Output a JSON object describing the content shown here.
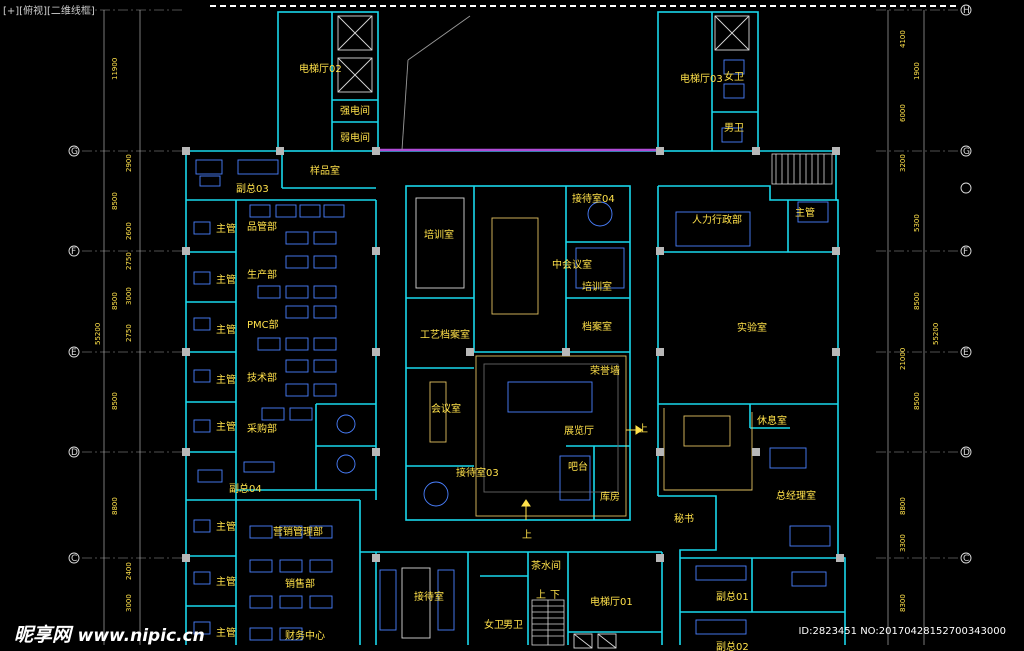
{
  "viewport_label": "[+][俯视][二维线框]",
  "watermark": {
    "site": "昵享网",
    "url": "www.nipic.cn",
    "id_text": "ID:2823451 NO:20170428152700343000"
  },
  "grid_rows": [
    "H",
    "G",
    "F",
    "E",
    "D",
    "C"
  ],
  "dims": {
    "left": [
      "11900",
      "2900",
      "8500",
      "2600",
      "2750",
      "3000",
      "8500",
      "2750",
      "8500",
      "8800",
      "2400",
      "3000"
    ],
    "left_total": "55200",
    "right": [
      "4100",
      "1900",
      "6000",
      "3200",
      "5300",
      "8500",
      "21000",
      "8500",
      "8800",
      "3300",
      "8300"
    ],
    "right_total": "55200"
  },
  "rooms": {
    "elevator_hall_02": "电梯厅02",
    "strong_elec": "强电间",
    "weak_elec": "弱电间",
    "elevator_hall_03": "电梯厅03",
    "female_wc": "女卫",
    "male_wc": "男卫",
    "deputy_03": "副总03",
    "sample_room": "样品室",
    "supervisor": "主管",
    "quality_dept": "品管部",
    "production_dept": "生产部",
    "pmc_dept": "PMC部",
    "tech_dept": "技术部",
    "purchase_dept": "采购部",
    "deputy_04": "副总04",
    "sales_mgmt": "营销管理部",
    "sales_dept": "销售部",
    "finance": "财务中心",
    "training_room": "培训室",
    "mid_meeting": "中会议室",
    "reception_04": "接待室04",
    "training_room_2": "培训室",
    "archive_2": "档案室",
    "craft_archive": "工艺档案室",
    "meeting_room": "会议室",
    "reception_03": "接待室03",
    "honor_wall": "荣誉墙",
    "exhibition": "展览厅",
    "bar": "吧台",
    "storage": "库房",
    "up_1": "上",
    "up_2": "上",
    "hr_dept": "人力行政部",
    "lab": "实验室",
    "lounge": "休息室",
    "gm_office": "总经理室",
    "secretary": "秘书",
    "tea_room": "茶水间",
    "reception_bottom": "接待室",
    "female_wc_2": "女卫",
    "male_wc_2": "男卫",
    "up_3": "上",
    "down": "下",
    "elevator_hall_01": "电梯厅01",
    "deputy_01": "副总01",
    "deputy_02": "副总02"
  },
  "colors": {
    "wall": "#19d7ec",
    "partition": "#9a9a9a",
    "furniture": "#4a80ff",
    "label": "#ffe14a",
    "column": "#b8b8b8",
    "glass": "#b04cd6"
  }
}
